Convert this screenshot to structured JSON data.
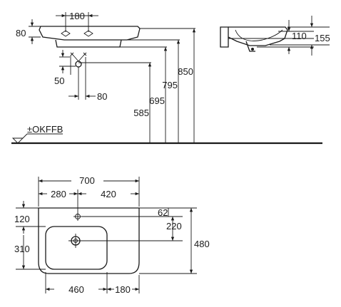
{
  "front_view": {
    "labels": {
      "width_180": "180",
      "height_80": "80",
      "trap_offset_50": "50",
      "trap_offset_80": "80",
      "height_585": "585",
      "height_695": "695",
      "height_795": "795",
      "height_850": "850",
      "floor_ref": "±OKFFB"
    }
  },
  "side_view": {
    "labels": {
      "depth_110": "110",
      "depth_155": "155"
    }
  },
  "plan_view": {
    "labels": {
      "total_width_700": "700",
      "left_280": "280",
      "right_420": "420",
      "top_120": "120",
      "bowl_310": "310",
      "tap_62": "62",
      "drain_220": "220",
      "depth_480": "480",
      "left_460": "460",
      "right_180": "180"
    }
  }
}
